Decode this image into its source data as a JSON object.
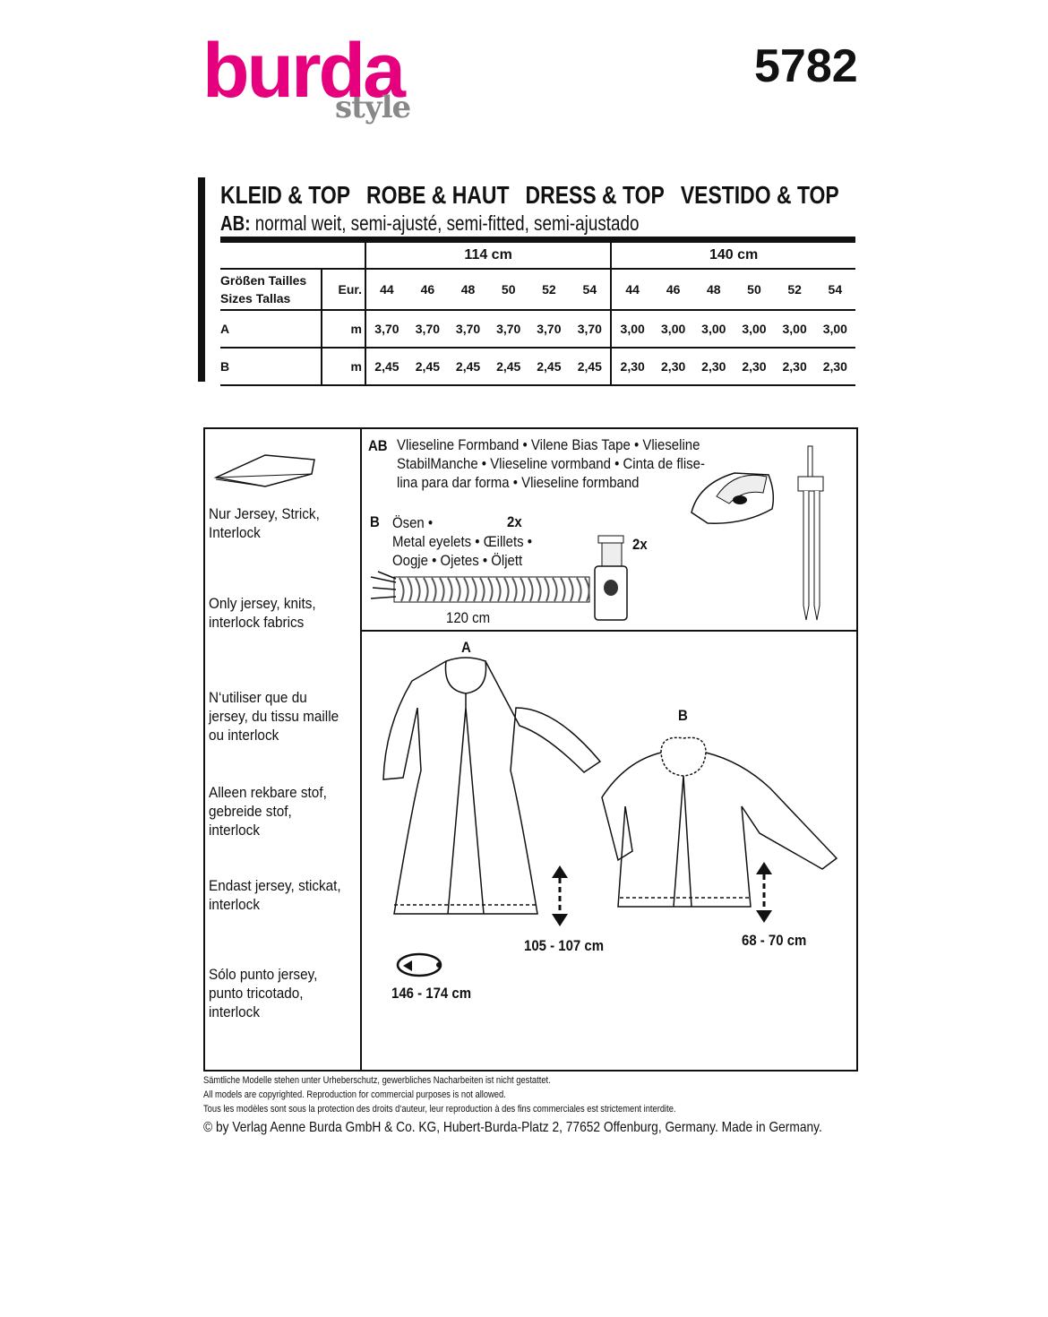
{
  "brand": {
    "logo": "burda",
    "logo_sub": "style",
    "pattern_number": "5782",
    "accent": "#e6007e"
  },
  "title": [
    "KLEID & TOP",
    "ROBE & HAUT",
    "DRESS & TOP",
    "VESTIDO & TOP"
  ],
  "fit": {
    "label": "AB:",
    "text": "normal weit, semi-ajusté, semi-fitted, semi-ajustado"
  },
  "yardage": {
    "widths": [
      "114 cm",
      "140 cm"
    ],
    "size_label_1": "Größen  Tailles",
    "size_label_2": "Sizes  Tallas",
    "eur_label": "Eur.",
    "sizes": [
      "44",
      "46",
      "48",
      "50",
      "52",
      "54",
      "44",
      "46",
      "48",
      "50",
      "52",
      "54"
    ],
    "rows": [
      {
        "view": "A",
        "unit": "m",
        "values": [
          "3,70",
          "3,70",
          "3,70",
          "3,70",
          "3,70",
          "3,70",
          "3,00",
          "3,00",
          "3,00",
          "3,00",
          "3,00",
          "3,00"
        ]
      },
      {
        "view": "B",
        "unit": "m",
        "values": [
          "2,45",
          "2,45",
          "2,45",
          "2,45",
          "2,45",
          "2,45",
          "2,30",
          "2,30",
          "2,30",
          "2,30",
          "2,30",
          "2,30"
        ]
      }
    ]
  },
  "fabrics": [
    [
      "Nur Jersey, Strick,",
      "Interlock"
    ],
    [
      "Only jersey, knits,",
      "interlock fabrics"
    ],
    [
      "N‘utiliser que du",
      "jersey, du tissu maille",
      "ou interlock"
    ],
    [
      "Alleen rekbare stof,",
      "gebreide stof,",
      "interlock"
    ],
    [
      "Endast jersey, stickat,",
      "interlock"
    ],
    [
      "Sólo punto jersey,",
      "punto tricotado,",
      "interlock"
    ]
  ],
  "notions": {
    "ab_label": "AB",
    "ab_lines": [
      "Vlieseline Formband • Vilene Bias Tape • Vlieseline",
      "StabilManche • Vlieseline vormband • Cinta de flise-",
      "lina para dar forma • Vlieseline formband"
    ],
    "b_label": "B",
    "b_lines": [
      "Ösen •",
      "Metal  eyelets  •  Œillets  •",
      "Oogje • Ojetes • Öljett"
    ],
    "eyelet_qty": "2x",
    "stopper_qty": "2x",
    "cord_length": "120 cm"
  },
  "views": {
    "a_label": "A",
    "b_label": "B",
    "a_length": "105 - 107 cm",
    "b_length": "68 - 70 cm",
    "a_width": "146 - 174 cm"
  },
  "footer": [
    "Sämtliche Modelle stehen unter Urheberschutz, gewerbliches Nacharbeiten ist nicht gestattet.",
    "All models are copyrighted. Reproduction for commercial purposes is not allowed.",
    "Tous les modèles sont sous la protection des droits d‘auteur, leur reproduction à des fins commerciales est strictement interdite.",
    "© by Verlag Aenne Burda GmbH & Co. KG, Hubert-Burda-Platz 2, 77652 Offenburg, Germany. Made in Germany."
  ]
}
